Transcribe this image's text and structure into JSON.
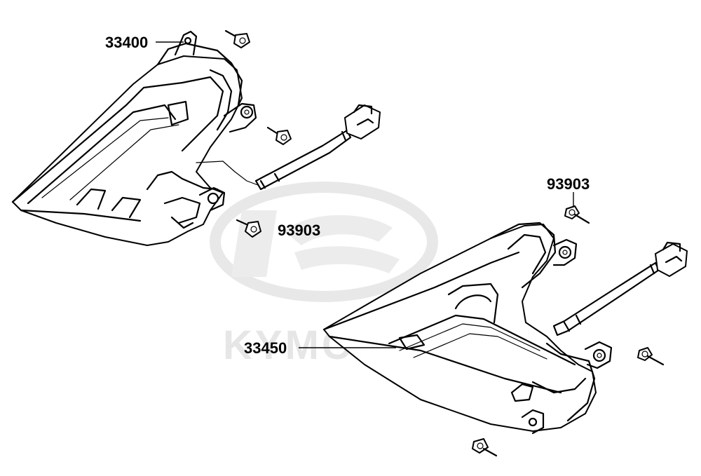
{
  "watermark": {
    "text": "KYMCO",
    "color": "#e6e6e6"
  },
  "labels": {
    "turn_signal_left": "33400",
    "turn_signal_right": "33450",
    "screw_left": "93903",
    "screw_right": "93903"
  }
}
